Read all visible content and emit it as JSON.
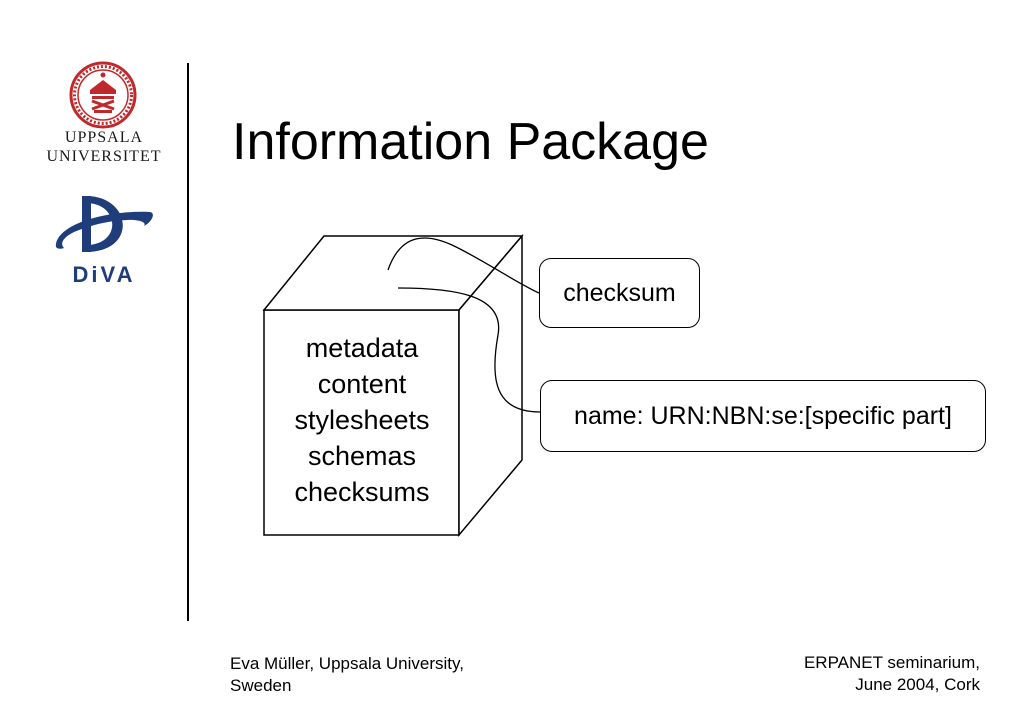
{
  "slide": {
    "title": "Information Package"
  },
  "logos": {
    "university_name_line1": "UPPSALA",
    "university_name_line2": "UNIVERSITET",
    "seal_icon": "uppsala-university-seal-icon",
    "diva_logo_icon": "diva-logo-icon",
    "diva_logo_text": "DiVA",
    "seal_color": "#c0292b",
    "diva_color": "#1f3d7a"
  },
  "diagram": {
    "package_contents": [
      "metadata",
      "content",
      "stylesheets",
      "schemas",
      "checksums"
    ],
    "checksum_label": "checksum",
    "name_label": "name: URN:NBN:se:[specific part]"
  },
  "footer": {
    "left_line1": "Eva Müller, Uppsala University,",
    "left_line2": "Sweden",
    "right_line1": "ERPANET seminarium,",
    "right_line2": "June 2004, Cork"
  }
}
